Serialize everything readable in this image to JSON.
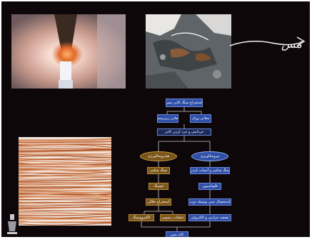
{
  "scene": {
    "photos": [
      {
        "name": "torch-flame-photo"
      },
      {
        "name": "copper-ore-photo"
      },
      {
        "name": "copper-wire-coil-photo"
      }
    ],
    "annotation": {
      "handwritten_label": "مس"
    }
  },
  "diagram": {
    "title": "استخراج سنگ کانی مس",
    "ores": [
      "معادن روباز",
      "معادن زیرزمینی"
    ],
    "crushing": "خردایش و خرد کردن کانی",
    "branches": {
      "pyro": {
        "label": "پیرومتالورژی",
        "steps": [
          "سنگ شکنی و آسیاب کردن",
          "فلوتاسیون",
          "استحصال مس بوسیله ذوب",
          "تصفیه حرارتی و الکترولیز"
        ]
      },
      "hydro": {
        "label": "هیدرومتالورژی",
        "steps": [
          "سنگ شکنی",
          "لیچینگ",
          "استخراج حلالی",
          "الکترووینینگ",
          "عملیات رسوبی"
        ]
      }
    },
    "output": "کاتد مس"
  },
  "colors": {
    "board": "#0d0709",
    "blue_box": "#2f4fa8",
    "brown_box": "#7a5518",
    "connector": "#c8c8c8"
  }
}
